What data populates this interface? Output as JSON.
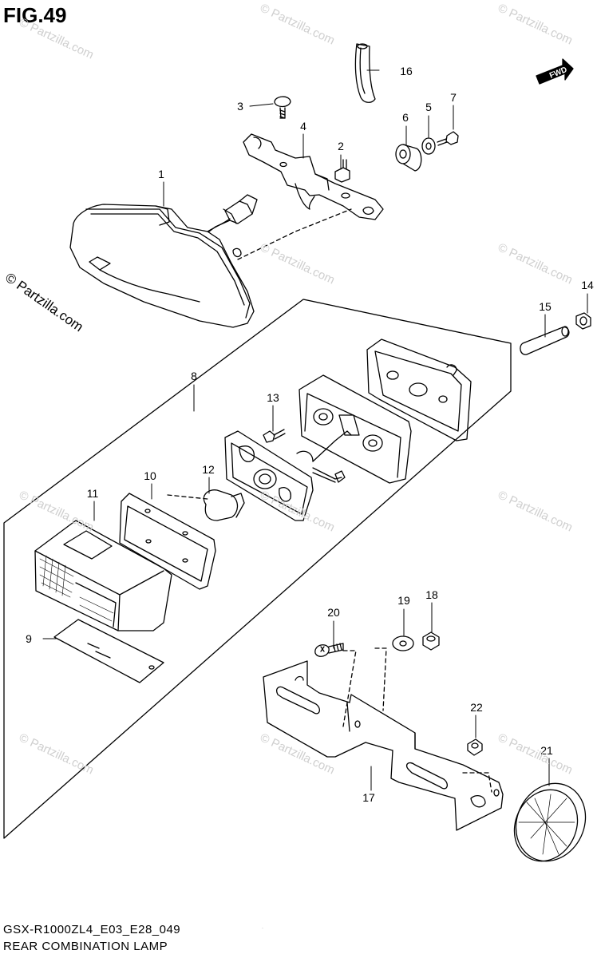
{
  "figure": {
    "title": "FIG.49",
    "code": "GSX-R1000ZL4_E03_E28_049",
    "name": "REAR COMBINATION LAMP",
    "fwd_label": "FWD"
  },
  "watermark": {
    "partzilla_small": "© Partzilla.com",
    "partzilla_large": "© Partzilla.com"
  },
  "callouts": [
    "1",
    "2",
    "3",
    "4",
    "5",
    "6",
    "7",
    "8",
    "9",
    "10",
    "11",
    "12",
    "13",
    "14",
    "15",
    "16",
    "17",
    "18",
    "19",
    "20",
    "21",
    "22"
  ],
  "colors": {
    "line": "#000000",
    "watermark": "#cfcfcf",
    "background": "#ffffff"
  }
}
